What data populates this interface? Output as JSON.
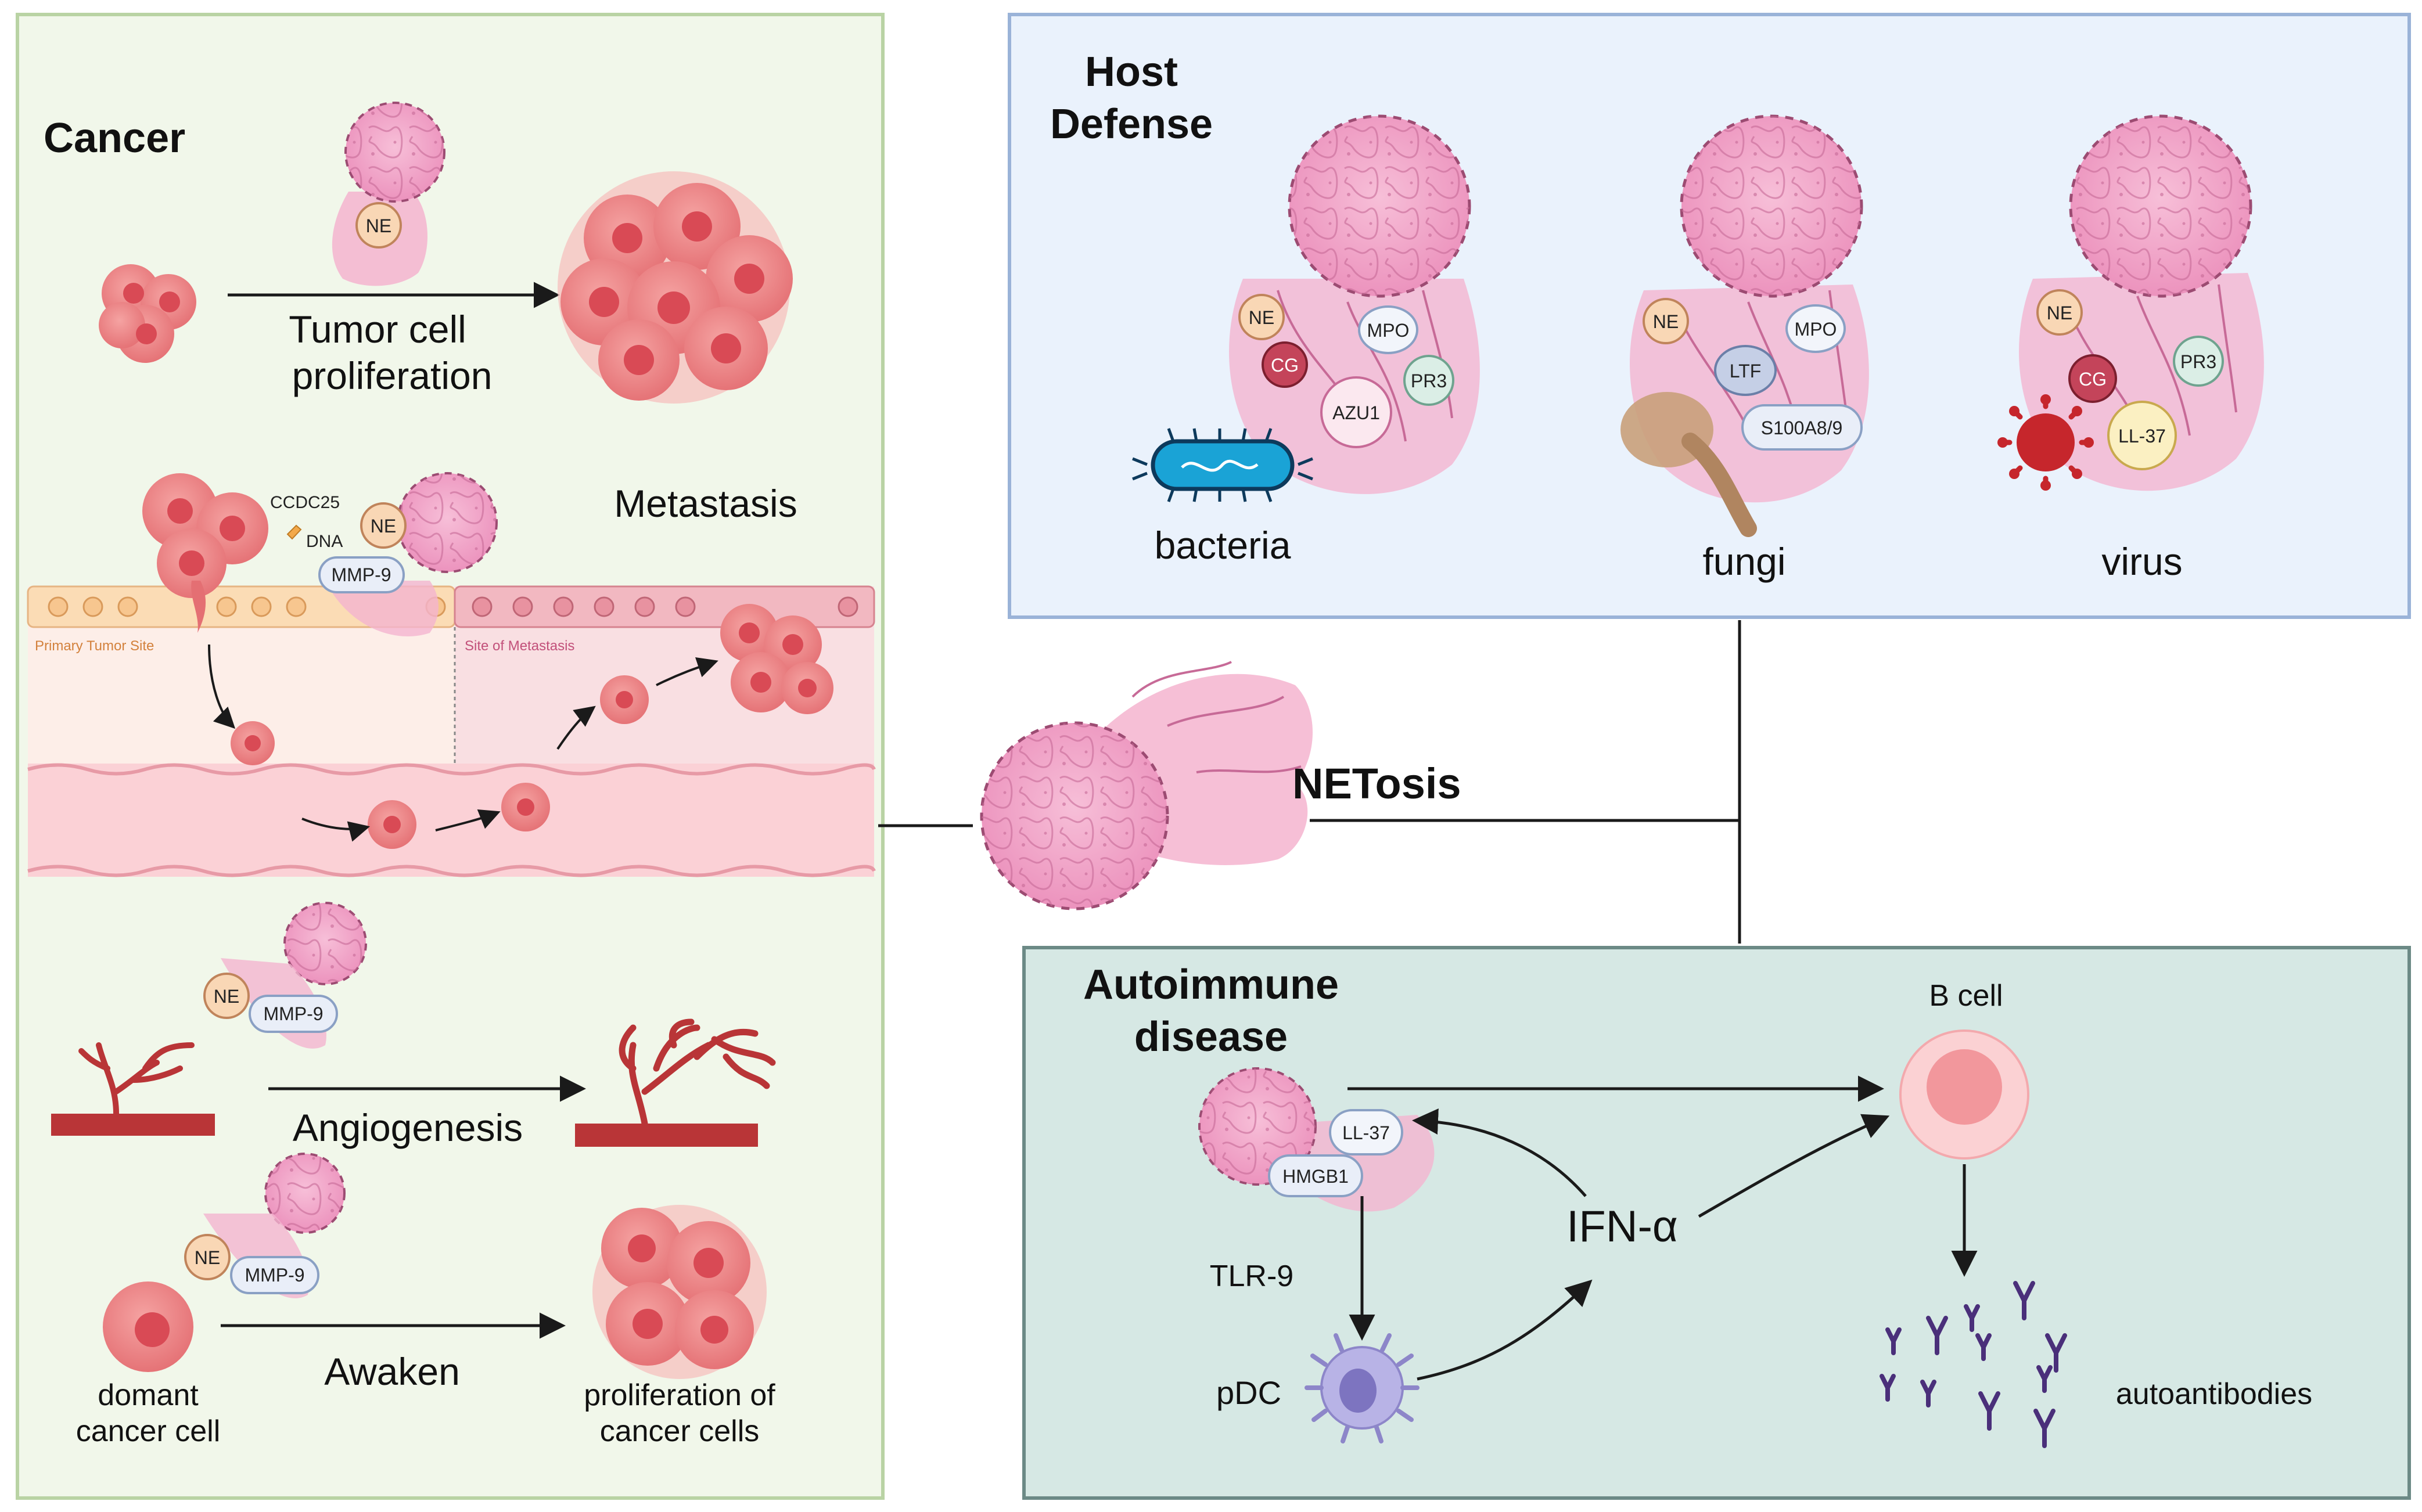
{
  "cancer": {
    "title": "Cancer",
    "ne": "NE",
    "proliferation_label": [
      "Tumor cell",
      "proliferation"
    ],
    "metastasis_label": "Metastasis",
    "ccdc25": "CCDC25",
    "dna": "DNA",
    "mmp9": "MMP-9",
    "primary_site": "Primary Tumor Site",
    "metastasis_site": "Site of Metastasis",
    "angiogenesis_label": "Angiogenesis",
    "awaken_label": "Awaken",
    "dormant_label": [
      "domant",
      "cancer cell"
    ],
    "proliferation_cancer_label": [
      "proliferation of",
      "cancer cells"
    ]
  },
  "center": {
    "netosis_label": "NETosis"
  },
  "host_defense": {
    "title": [
      "Host",
      "Defense"
    ],
    "bacteria": {
      "label": "bacteria",
      "proteins": [
        "NE",
        "CG",
        "MPO",
        "PR3",
        "AZU1"
      ]
    },
    "fungi": {
      "label": "fungi",
      "proteins": [
        "NE",
        "MPO",
        "LTF",
        "S100A8/9"
      ]
    },
    "virus": {
      "label": "virus",
      "proteins": [
        "NE",
        "CG",
        "PR3",
        "LL-37"
      ]
    }
  },
  "autoimmune": {
    "title": [
      "Autoimmune",
      "disease"
    ],
    "ll37": "LL-37",
    "hmgb1": "HMGB1",
    "tlr9": "TLR-9",
    "pdc": "pDC",
    "ifn": "IFN-α",
    "bcell": "B cell",
    "autoantibodies": "autoantibodies"
  },
  "colors": {
    "cancer_bg": "#f1f7ea",
    "cancer_border": "#b9d3a4",
    "host_bg": "#eaf2fc",
    "host_border": "#9ab3d8",
    "auto_bg": "#d6e8e4",
    "auto_border": "#6c8a86",
    "net_pink": "#f3a6c8",
    "tumor_red": "#e8737a",
    "vessel_red": "#b93537"
  }
}
